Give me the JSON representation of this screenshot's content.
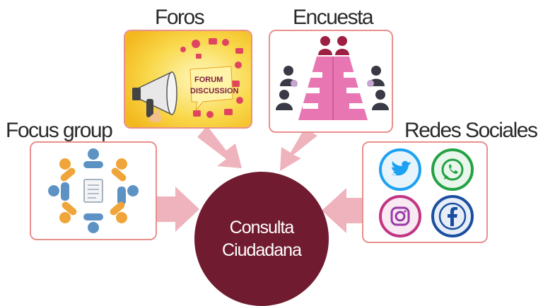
{
  "labels": {
    "foros": "Foros",
    "encuesta": "Encuesta",
    "focus_group": "Focus group",
    "redes_sociales": "Redes Sociales"
  },
  "center": {
    "line1": "Consulta",
    "line2": "Ciudadana"
  },
  "forum_image": {
    "line1": "FORUM",
    "line2": "DISCUSSION"
  },
  "colors": {
    "box_border": "#e9908e",
    "arrow": "#efb3bd",
    "center_fill": "#701b2f",
    "twitter": "#1da1f2",
    "whatsapp": "#25a244",
    "instagram": "#c13584",
    "facebook": "#1a4fa0"
  },
  "icons": [
    "megaphone-icon",
    "meeting-table-icon",
    "team-circle-icon",
    "twitter-icon",
    "whatsapp-icon",
    "instagram-icon",
    "facebook-icon"
  ]
}
